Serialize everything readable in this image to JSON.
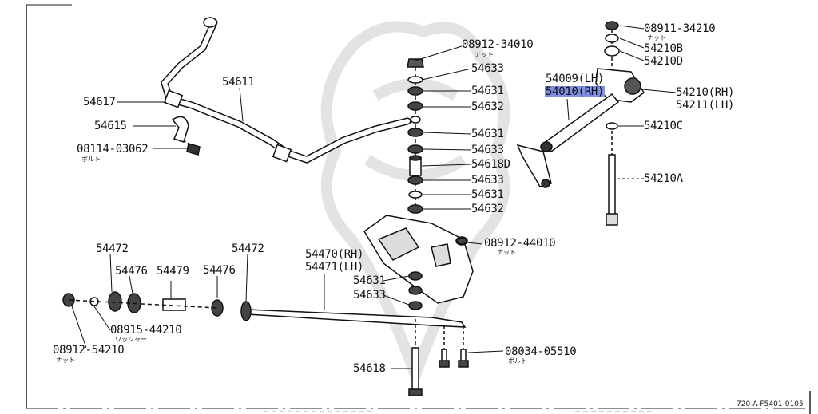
{
  "diagram": {
    "labels": {
      "p08911_34210": "08911-34210",
      "p08911_34210_sub": "ナット",
      "p54210B": "54210B",
      "p54210D": "54210D",
      "p54009": "54009(LH)",
      "p54010": "54010(RH)",
      "p54210": "54210(RH)",
      "p54211": "54211(LH)",
      "p54210C": "54210C",
      "p54210A": "54210A",
      "p08912_34010": "08912-34010",
      "p08912_34010_sub": "ナット",
      "p54633_a": "54633",
      "p54631_a": "54631",
      "p54632_a": "54632",
      "p54631_b": "54631",
      "p54633_b": "54633",
      "p54618D": "54618D",
      "p54633_c": "54633",
      "p54631_c": "54631",
      "p54632_b": "54632",
      "p54611": "54611",
      "p54617": "54617",
      "p54615": "54615",
      "p08114_03062": "08114-03062",
      "p08114_03062_sub": "ボルト",
      "p08912_44010": "08912-44010",
      "p08912_44010_sub": "ナット",
      "p54470": "54470(RH)",
      "p54471": "54471(LH)",
      "p54631_d": "54631",
      "p54633_d": "54633",
      "p54472_a": "54472",
      "p54476_a": "54476",
      "p54479": "54479",
      "p54476_b": "54476",
      "p54472_b": "54472",
      "p08915_44210": "08915-44210",
      "p08915_44210_sub": "ワッシャー",
      "p08912_54210": "08912-54210",
      "p08912_54210_sub": "ナット",
      "p08034_05510": "08034-05510",
      "p08034_05510_sub": "ボルト",
      "p54618": "54618"
    },
    "highlight_color": "#7f8fe6",
    "footer_code": "720-A-F5401-0105"
  }
}
